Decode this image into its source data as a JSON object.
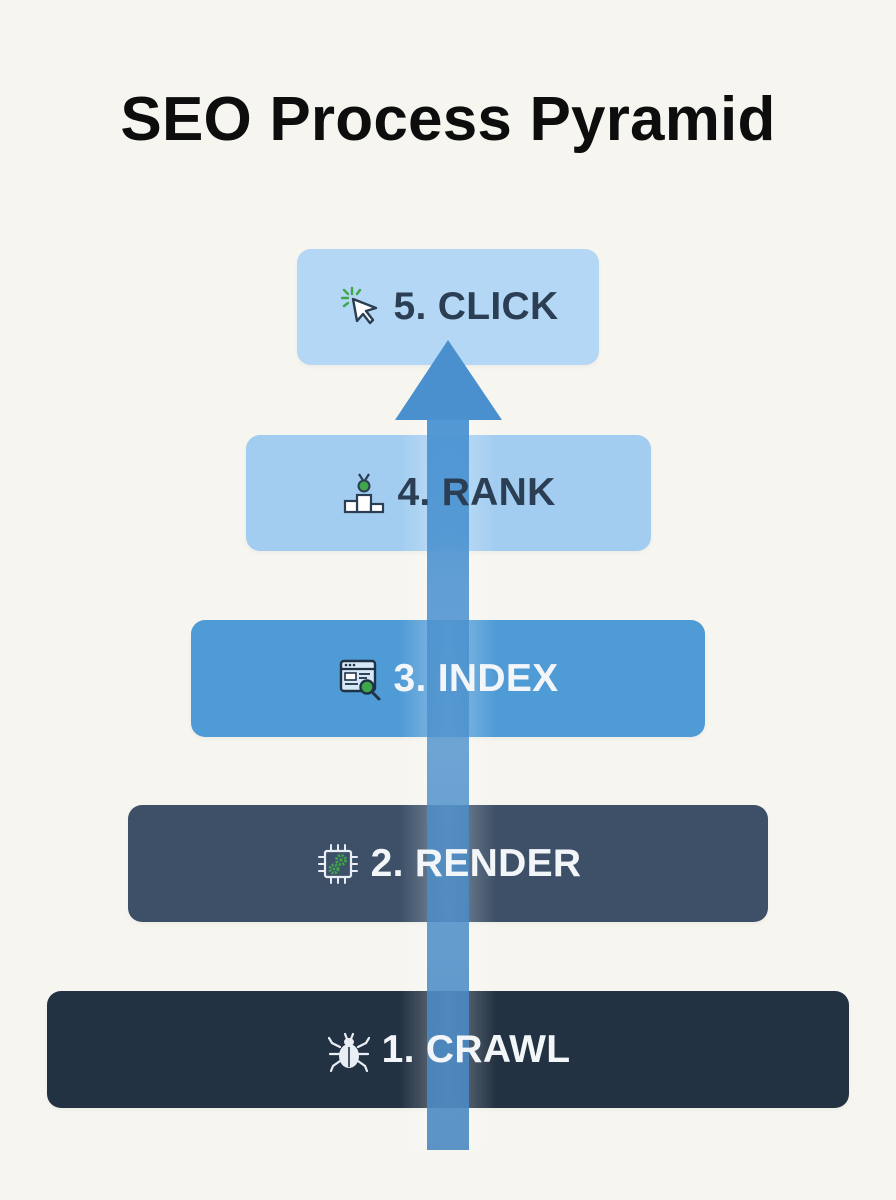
{
  "title": "SEO Process Pyramid",
  "tiers": [
    {
      "label": "5. CLICK",
      "icon": "cursor-click-icon"
    },
    {
      "label": "4. RANK",
      "icon": "podium-medal-icon"
    },
    {
      "label": "3. INDEX",
      "icon": "browser-search-icon"
    },
    {
      "label": "2. RENDER",
      "icon": "chip-gears-icon"
    },
    {
      "label": "1. CRAWL",
      "icon": "bug-spider-icon"
    }
  ],
  "colors": {
    "background": "#f6f5f0",
    "tier_click": "#b3d7f4",
    "tier_rank": "#a2cdf0",
    "tier_index": "#4f9bd6",
    "tier_render": "#3d5068",
    "tier_crawl": "#233243",
    "arrow": "#4a8fcc",
    "icon_accent": "#3fa64a"
  }
}
